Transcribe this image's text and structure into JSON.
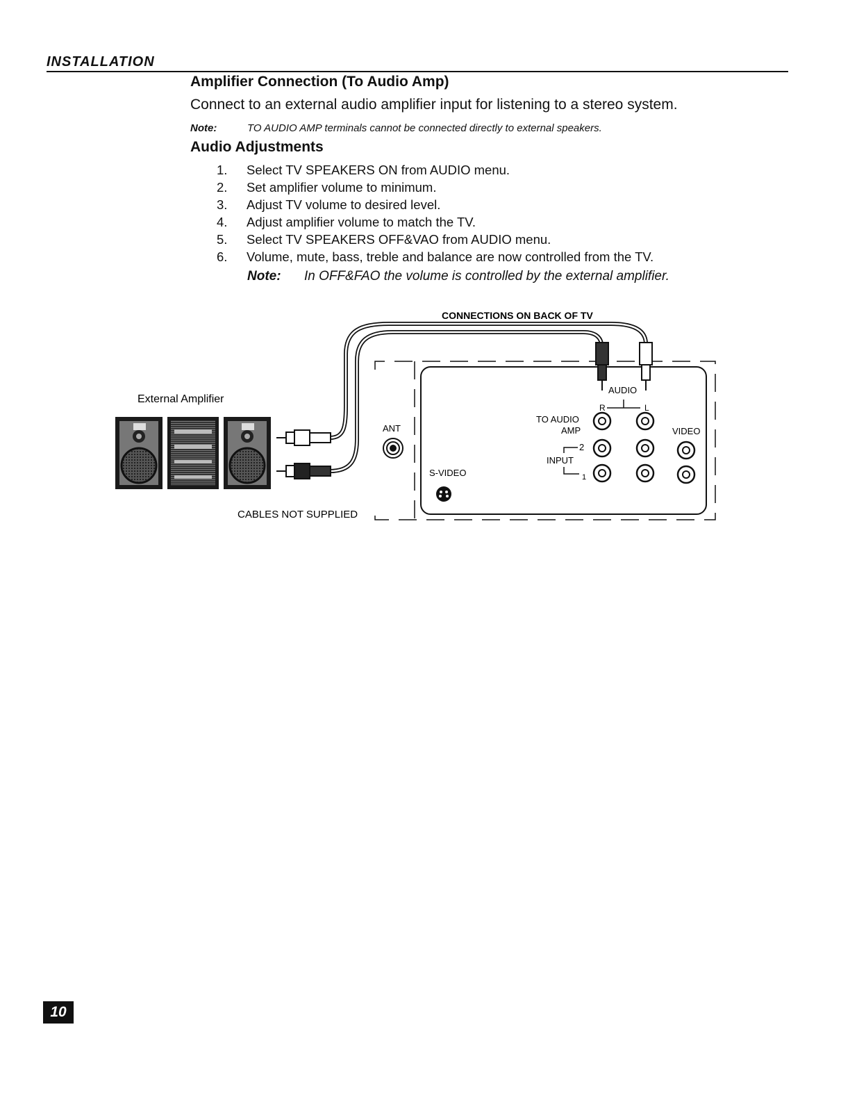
{
  "header": {
    "section": "INSTALLATION"
  },
  "amplifier": {
    "heading": "Amplifier Connection (To Audio Amp)",
    "intro": "Connect to an external audio amplifier input for listening to a stereo system.",
    "note_label": "Note:",
    "note_text": "TO AUDIO AMP terminals cannot be connected directly to external speakers."
  },
  "adjustments": {
    "heading": "Audio Adjustments",
    "steps": [
      {
        "num": "1.",
        "text": "Select TV SPEAKERS ON from AUDIO menu."
      },
      {
        "num": "2.",
        "text": "Set amplifier volume to minimum."
      },
      {
        "num": "3.",
        "text": "Adjust TV volume to desired level."
      },
      {
        "num": "4.",
        "text": "Adjust amplifier volume to match the TV."
      },
      {
        "num": "5.",
        "text": "Select TV SPEAKERS OFF&VAO from AUDIO menu."
      },
      {
        "num": "6.",
        "text": "Volume, mute, bass, treble and balance are now controlled from the TV."
      }
    ],
    "note_label": "Note:",
    "note_text": "In OFF&FAO the volume is controlled by the external amplifier."
  },
  "diagram": {
    "title": "CONNECTIONS ON BACK OF TV",
    "external_amp": "External Amplifier",
    "cables": "CABLES NOT SUPPLIED",
    "ant": "ANT",
    "svideo": "S-VIDEO",
    "audio": "AUDIO",
    "r": "R",
    "l": "L",
    "to_audio": "TO AUDIO",
    "amp": "AMP",
    "video": "VIDEO",
    "input": "INPUT",
    "in2": "2",
    "in1": "1"
  },
  "footer": {
    "page": "10"
  }
}
